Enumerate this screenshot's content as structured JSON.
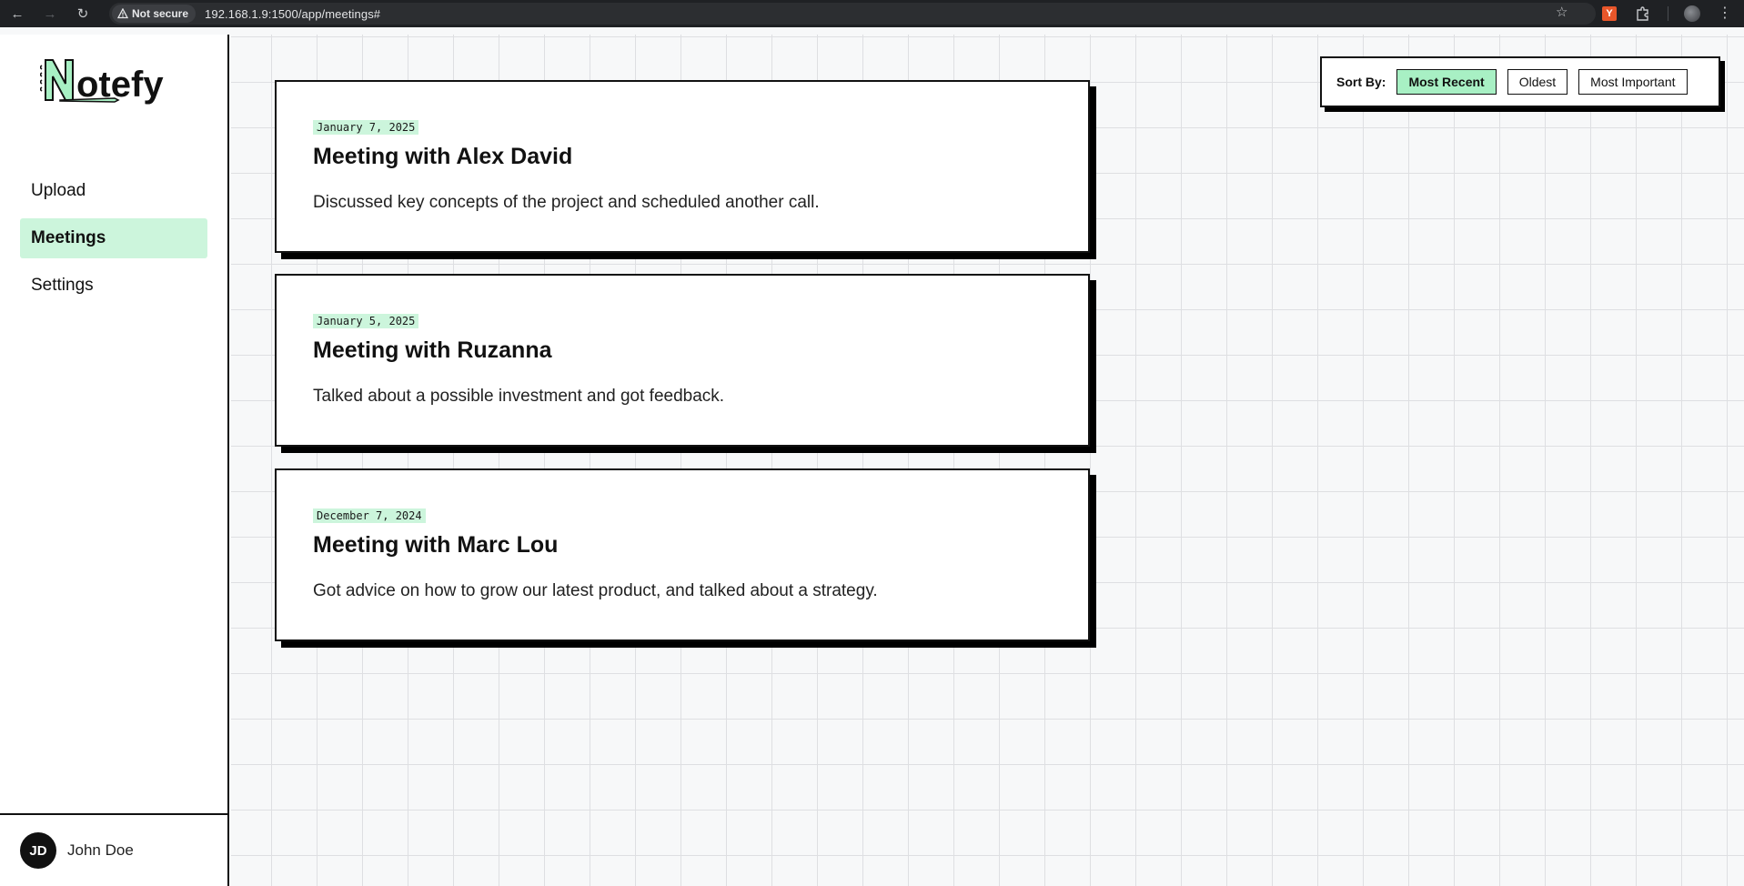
{
  "browser": {
    "security_label": "Not secure",
    "url": "192.168.1.9:1500/app/meetings#",
    "extension_label": "Y"
  },
  "app": {
    "logo_text": "Notefy"
  },
  "sidebar": {
    "items": [
      {
        "label": "Upload",
        "active": false
      },
      {
        "label": "Meetings",
        "active": true
      },
      {
        "label": "Settings",
        "active": false
      }
    ]
  },
  "user": {
    "initials": "JD",
    "name": "John Doe"
  },
  "sort": {
    "label": "Sort By:",
    "options": [
      {
        "label": "Most Recent",
        "active": true
      },
      {
        "label": "Oldest",
        "active": false
      },
      {
        "label": "Most Important",
        "active": false
      }
    ]
  },
  "meetings": [
    {
      "date": "January 7, 2025",
      "title": "Meeting with Alex David",
      "description": "Discussed key concepts of the project and scheduled another call."
    },
    {
      "date": "January 5, 2025",
      "title": "Meeting with Ruzanna",
      "description": "Talked about a possible investment and got feedback."
    },
    {
      "date": "December 7, 2024",
      "title": "Meeting with Marc Lou",
      "description": "Got advice on how to grow our latest product, and talked about a strategy."
    }
  ],
  "colors": {
    "accent": "#ccf5dc",
    "accent_strong": "#a8f0c4",
    "ink": "#111111"
  }
}
